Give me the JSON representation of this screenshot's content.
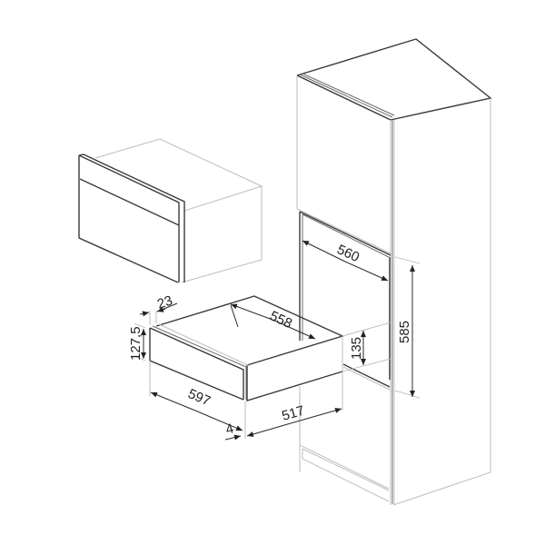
{
  "diagram": {
    "type": "technical installation drawing",
    "subject": "built-in warming drawer below compact oven in tall column cabinet",
    "colors": {
      "line_dark": "#3a3a3a",
      "line_light": "#bdbdbd",
      "background": "#ffffff"
    },
    "components": [
      {
        "id": "compact-oven",
        "label": "Compact oven (isometric view)"
      },
      {
        "id": "warming-drawer",
        "label": "Warming drawer"
      },
      {
        "id": "column-cabinet",
        "label": "Tall column cabinet with niche"
      }
    ],
    "dimensions": {
      "drawer_depth_front_panel": "23",
      "drawer_front_height": "127,5",
      "drawer_body_depth": "558",
      "drawer_front_width": "597",
      "drawer_panel_offset": "4",
      "drawer_body_width": "517",
      "niche_width": "560",
      "niche_drawer_height": "135",
      "niche_total_height": "585"
    },
    "units": "mm"
  }
}
